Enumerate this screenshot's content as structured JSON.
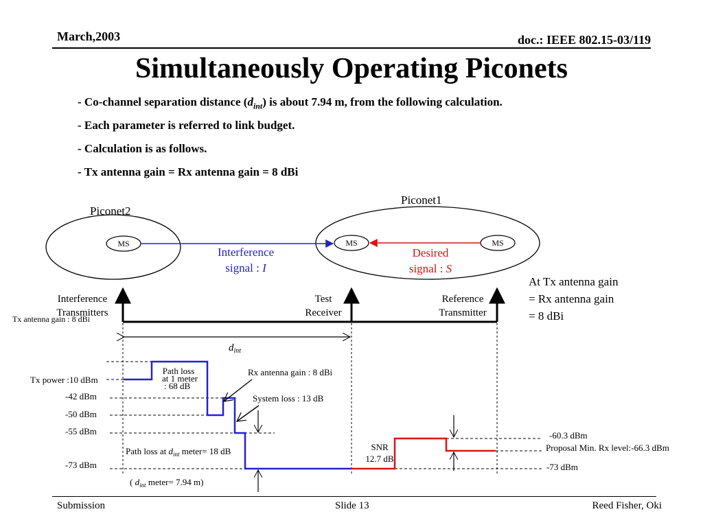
{
  "header": {
    "date": "March,2003",
    "doc": "doc.: IEEE 802.15-03/119"
  },
  "title": "Simultaneously Operating Piconets",
  "bullets": {
    "b1_pre": "- Co-channel separation distance (",
    "b1_var": "d",
    "b1_sub": "int",
    "b1_post": ") is about 7.94 m, from the following calculation.",
    "b2": "- Each parameter is referred to link budget.",
    "b3": "- Calculation is as follows.",
    "b4": "- Tx antenna gain = Rx antenna gain = 8 dBi"
  },
  "diagram": {
    "piconet2_label": "Piconet2",
    "piconet1_label": "Piconet1",
    "ms_label": "MS",
    "interference_line1": "Interference",
    "interference_line2": "signal : ",
    "interference_var": "I",
    "desired_line1": "Desired",
    "desired_line2": "signal : ",
    "desired_var": "S",
    "note_line1": "At Tx antenna gain",
    "note_line2": "= Rx antenna gain",
    "note_line3": "= 8 dBi",
    "interference_tx_line1": "Interference",
    "interference_tx_line2": "Transmitters",
    "test_rx_line1": "Test",
    "test_rx_line2": "Receiver",
    "ref_tx_line1": "Reference",
    "ref_tx_line2": "Transmitter",
    "tx_gain_label": "Tx antenna gain : 8 dBi",
    "dint_var": "d",
    "dint_sub": "int",
    "levels": {
      "tx_power": "Tx power :10  dBm",
      "m42": "-42  dBm",
      "m50": "-50  dBm",
      "m55": "-55  dBm",
      "m73_left": "-73  dBm",
      "m603": "-60.3 dBm",
      "proposal": "Proposal Min. Rx level:-66.3 dBm",
      "m73_right": "-73  dBm"
    },
    "path_loss_1m_line1": "Path loss",
    "path_loss_1m_line2": "at 1 meter",
    "path_loss_1m_line3": ": 68 dB",
    "rx_gain_label": "Rx antenna gain : 8 dBi",
    "system_loss_label": "System loss : 13 dB",
    "path_loss_dint_pre": "Path loss at ",
    "path_loss_dint_var": "d",
    "path_loss_dint_sub": "int",
    "path_loss_dint_post": " meter= 18 dB",
    "dint_meter_pre": "( ",
    "dint_meter_var": "d",
    "dint_meter_sub": "int",
    "dint_meter_post": " meter= 7.94 m)",
    "snr_line1": "SNR",
    "snr_line2": "12.7 dB"
  },
  "footer": {
    "left": "Submission",
    "center": "Slide 13",
    "right": "Reed Fisher,  Oki"
  },
  "colors": {
    "interference": "#2222cc",
    "desired": "#dd1111"
  }
}
